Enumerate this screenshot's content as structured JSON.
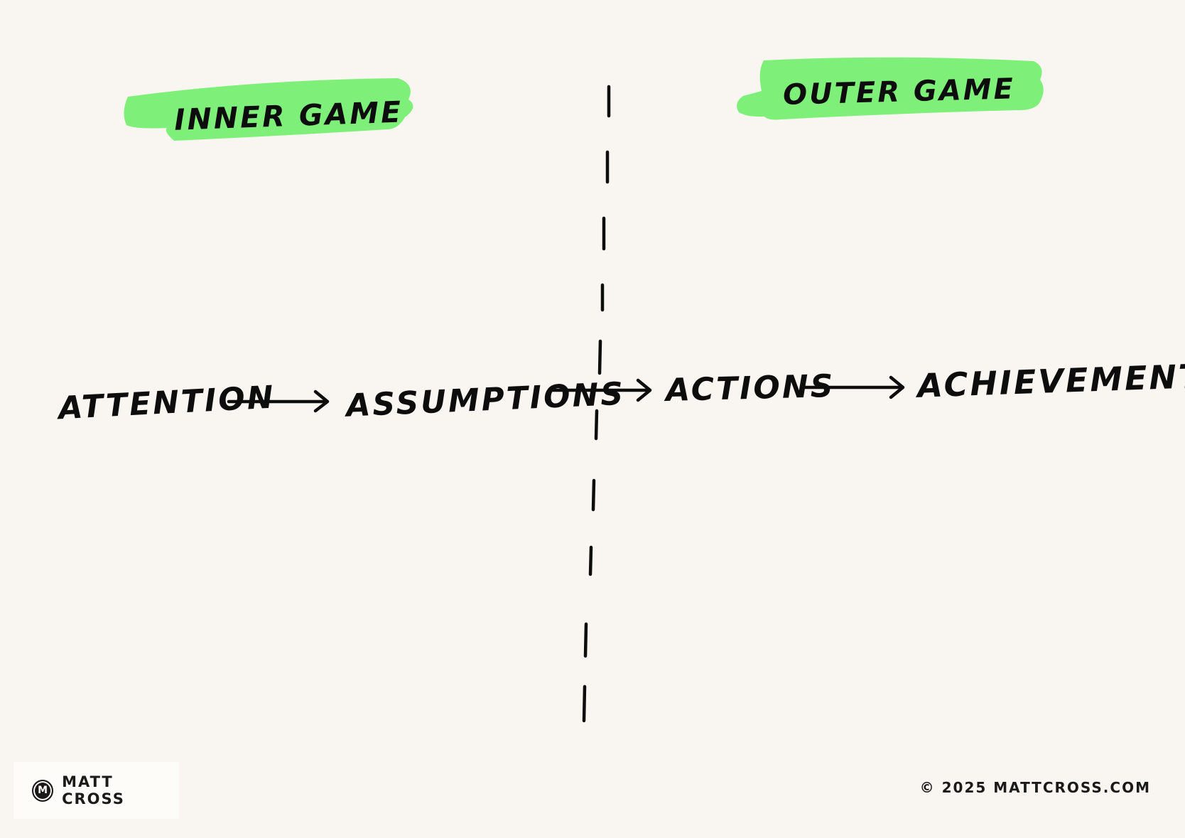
{
  "headings": {
    "inner": "INNER GAME",
    "outer": "OUTER GAME"
  },
  "flow": [
    {
      "label": "ATTENTION"
    },
    {
      "label": "ASSUMPTIONS"
    },
    {
      "label": "ACTIONS"
    },
    {
      "label": "ACHIEVEMENTS"
    }
  ],
  "colors": {
    "background": "#f9f6f1",
    "highlight": "#7ef07a",
    "ink": "#0d0d0d"
  },
  "footer": {
    "brand_logo_letter": "M",
    "brand_name": "MATT CROSS",
    "copyright": "© 2025 MATTCROSS.COM"
  }
}
